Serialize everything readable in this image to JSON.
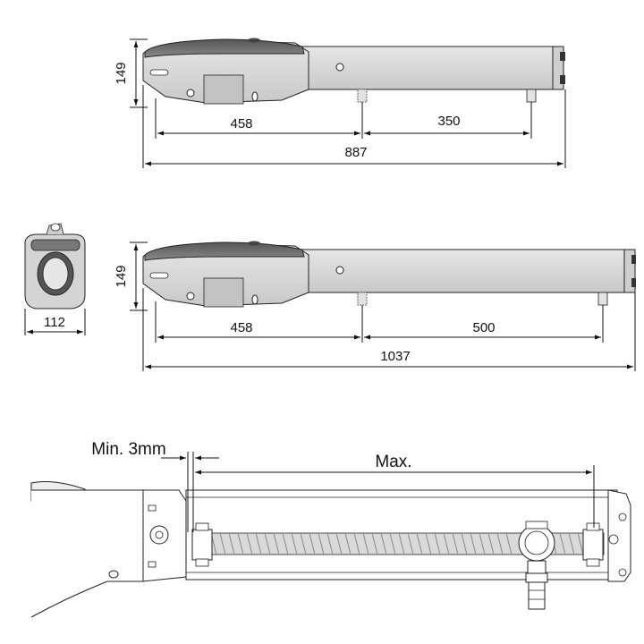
{
  "view1": {
    "height": "149",
    "width_a": "458",
    "width_b": "350",
    "total": "887"
  },
  "view2": {
    "height": "149",
    "end_width": "112",
    "width_a": "458",
    "width_b": "500",
    "total": "1037"
  },
  "view3": {
    "min_label": "Min. 3mm",
    "max_label": "Max."
  },
  "colors": {
    "body": "#d9d9d9",
    "cover": "#6f6f6f",
    "outline": "#222222",
    "dim_line": "#111111"
  }
}
